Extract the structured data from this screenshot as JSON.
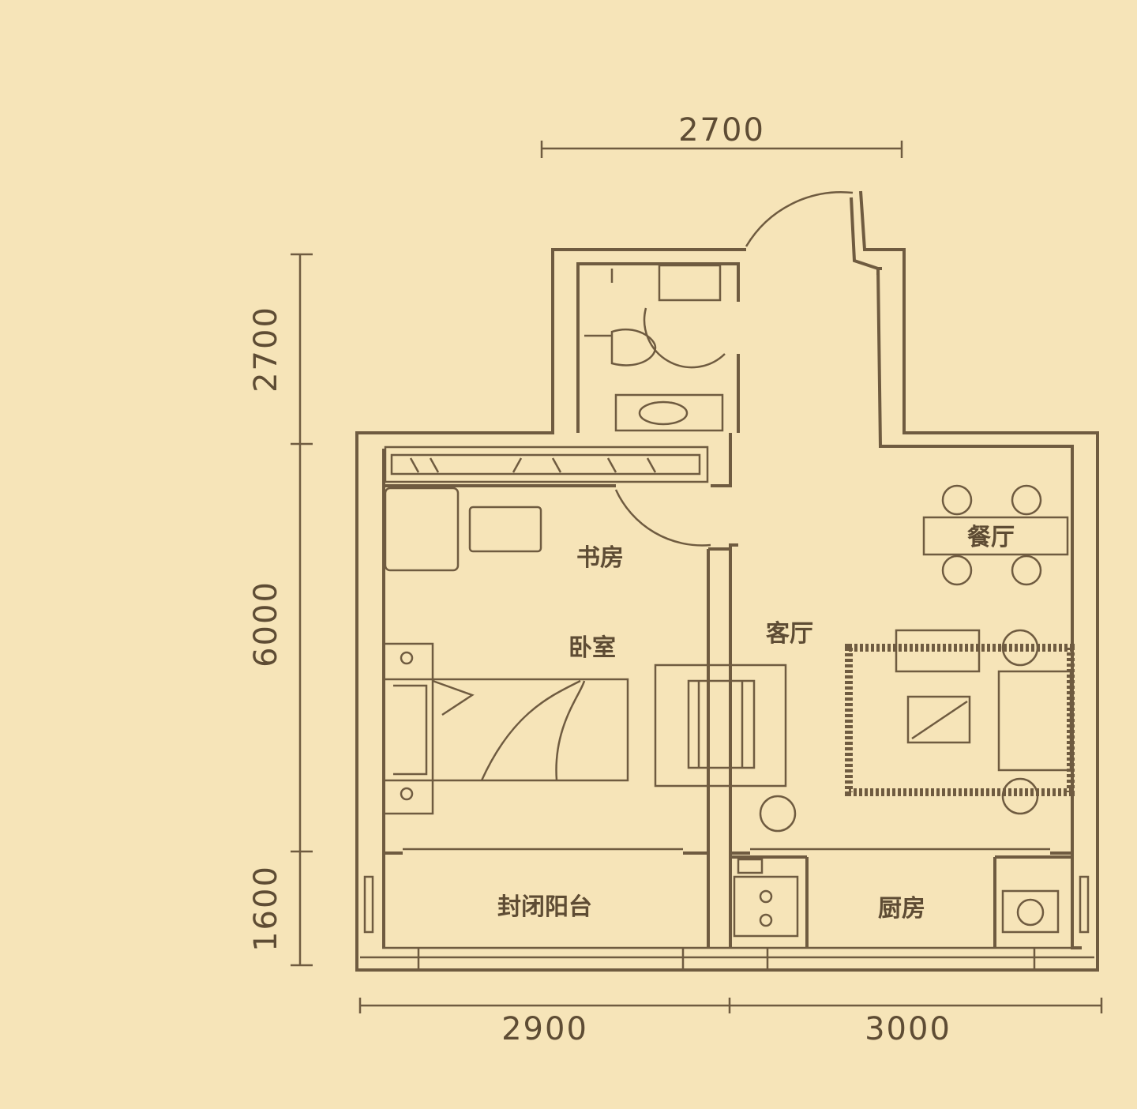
{
  "dimensions": {
    "top": "2700",
    "left_top": "2700",
    "left_middle": "6000",
    "left_bottom": "1600",
    "bottom_left": "2900",
    "bottom_right": "3000"
  },
  "rooms": {
    "study": "书房",
    "bedroom": "卧室",
    "living_room": "客厅",
    "dining_room": "餐厅",
    "enclosed_balcony": "封闭阳台",
    "kitchen": "厨房"
  },
  "colors": {
    "background": "#f6e4b8",
    "line": "#6f5b40"
  }
}
